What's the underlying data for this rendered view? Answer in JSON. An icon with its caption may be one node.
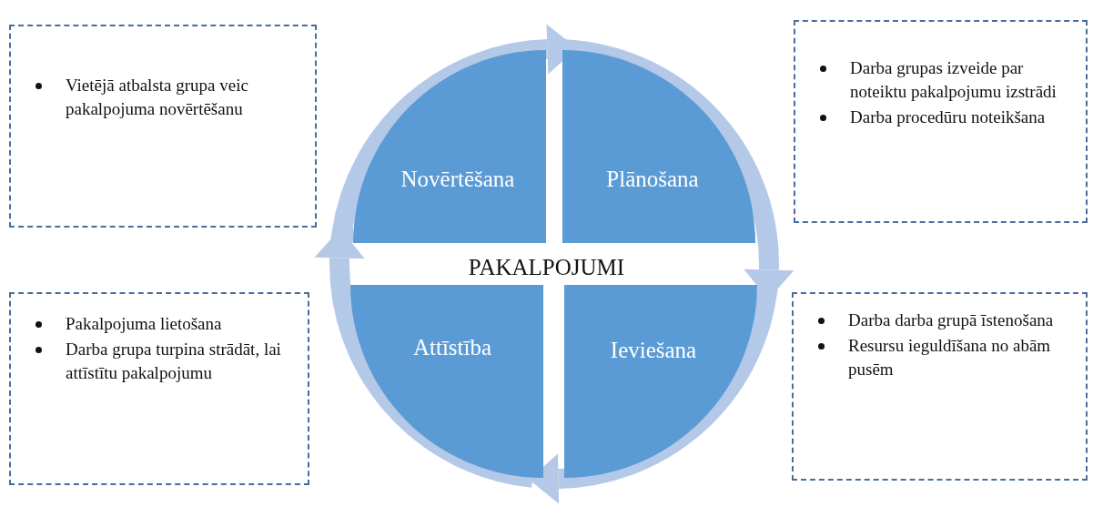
{
  "diagram": {
    "nodes": [
      {
        "text": [
          "Vietējā atbalsta grupa veic pakalpojuma novērtēšanu"
        ]
      },
      {
        "text": [
          "Novērtēšana"
        ]
      },
      {
        "text": [
          "Plānošana"
        ]
      },
      {
        "text": [
          "Darba grupas izveide par noteiktu pakalpojumu izstrādi",
          "Darba procedūru noteikšana"
        ]
      },
      {
        "text": [
          "Pakalpojuma lietošana",
          "Darba grupa turpina strādāt, lai attīstītu pakalpojumu"
        ]
      },
      {
        "text": [
          "Attīstība"
        ]
      },
      {
        "text": [
          "Ieviešana"
        ]
      },
      {
        "text": [
          "Darba darba grupā īstenošana",
          "Resursu ieguldīšana no abām pusēm"
        ]
      }
    ],
    "edges": [
      {
        "from": 1,
        "to": 2,
        "arrow": "to"
      },
      {
        "from": 2,
        "to": 6,
        "arrow": "to"
      },
      {
        "from": 6,
        "to": 5,
        "arrow": "to"
      },
      {
        "from": 5,
        "to": 1,
        "arrow": "to"
      }
    ],
    "labels": [
      "PAKALPOJUMI"
    ]
  }
}
